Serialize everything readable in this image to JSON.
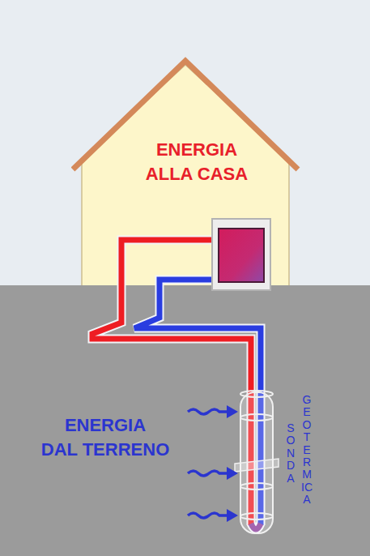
{
  "diagram": {
    "nodes": [
      {
        "text": [
          "ENERGIA ALLA CASA"
        ]
      },
      {
        "text": [
          "ENERGIA DAL TERRENO"
        ]
      }
    ],
    "labels": [
      "SONDA",
      "GEOTERMICA"
    ]
  }
}
